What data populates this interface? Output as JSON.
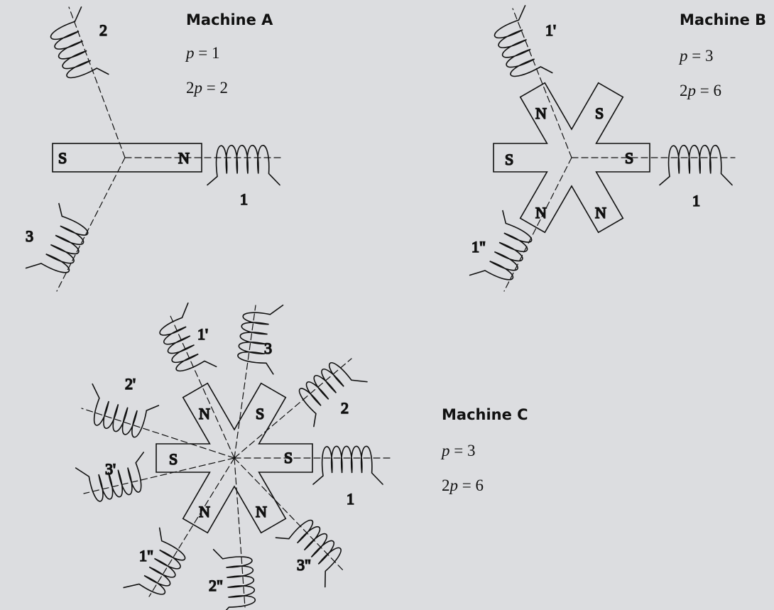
{
  "machines": [
    {
      "id": "A",
      "title": "Machine A",
      "p": "p = 1",
      "two_p": "2p = 2",
      "rotor": {
        "left_pole": "S",
        "right_pole": "N"
      },
      "coils": [
        {
          "label": "1",
          "icon": "coil-icon"
        },
        {
          "label": "2",
          "icon": "coil-icon"
        },
        {
          "label": "3",
          "icon": "coil-icon"
        }
      ]
    },
    {
      "id": "B",
      "title": "Machine B",
      "p": "p = 3",
      "two_p": "2p = 6",
      "rotor": {
        "poles": [
          "N",
          "S",
          "S",
          "N",
          "N",
          "S"
        ]
      },
      "coils": [
        {
          "label": "1'",
          "icon": "coil-icon"
        },
        {
          "label": "1",
          "icon": "coil-icon"
        },
        {
          "label": "1\"",
          "icon": "coil-icon"
        }
      ]
    },
    {
      "id": "C",
      "title": "Machine C",
      "p": "p = 3",
      "two_p": "2p = 6",
      "rotor": {
        "poles": [
          "N",
          "S",
          "S",
          "N",
          "N",
          "S"
        ]
      },
      "coils": [
        {
          "label": "1'",
          "icon": "coil-icon"
        },
        {
          "label": "3",
          "icon": "coil-icon"
        },
        {
          "label": "2",
          "icon": "coil-icon"
        },
        {
          "label": "1",
          "icon": "coil-icon"
        },
        {
          "label": "3\"",
          "icon": "coil-icon"
        },
        {
          "label": "2\"",
          "icon": "coil-icon"
        },
        {
          "label": "1\"",
          "icon": "coil-icon"
        },
        {
          "label": "3'",
          "icon": "coil-icon"
        },
        {
          "label": "2'",
          "icon": "coil-icon"
        }
      ]
    }
  ],
  "colors": {
    "background": "#dcdde0",
    "ink": "#111111"
  }
}
